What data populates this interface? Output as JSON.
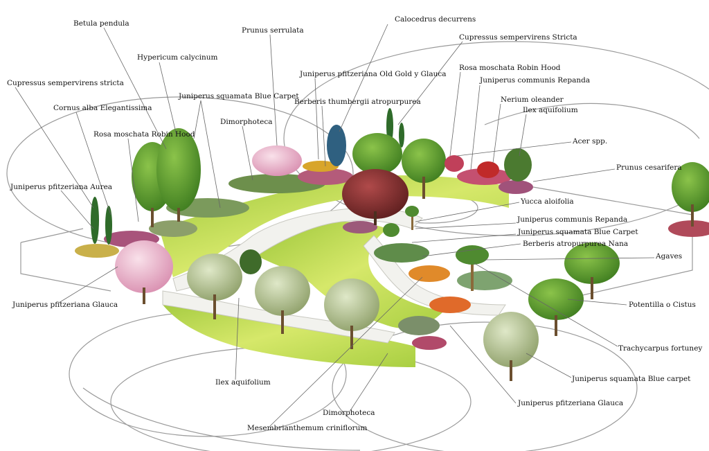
{
  "labels": {
    "betula_pendula": "Betula pendula",
    "hypericum_calycinum": "Hypericum calycinum",
    "cupressus_sempervirens_stricta_left": "Cupressus sempervirens stricta",
    "cornus_alba": "Cornus alba Elegantissima",
    "rosa_moschata_left": "Rosa moschata Robin Hood",
    "juniperus_squamata_blue_carpet_top": "Juniperus squamata Blue Carpet",
    "dimorphoteca_top": "Dimorphoteca",
    "prunus_serrulata": "Prunus serrulata",
    "calocedrus_decurrens": "Calocedrus decurrens",
    "cupressus_sempervirens_stricta_right": "Cupressus sempervirens Stricta",
    "juniperus_pfitzeriana_old_gold": "Juniperus pfitzeriana Old Gold y Glauca",
    "berberis_thumbergii": "Berberis thumbergii atropurpurea",
    "rosa_moschata_right": "Rosa moschata Robin Hood",
    "juniperus_communis_repanda_top": "Juniperus communis Repanda",
    "nerium_oleander": "Nerium oleander",
    "ilex_aquifolium_top": "Ilex aquifolium",
    "acer_spp": "Acer spp.",
    "prunus_cesarifera": "Prunus cesarifera",
    "juniperus_pfitzeriana_aurea": "Juniperus pfitzeriana Aurea",
    "yucca_aloifolia": "Yucca aloifolia",
    "juniperus_communis_repanda_mid": "Juniperus communis Repanda",
    "juniperus_squamata_blue_carpet_mid": "Juniperus squamata Blue Carpet",
    "berberis_atropurpurea_nana": "Berberis atropurpurea Nana",
    "agaves": "Agaves",
    "juniperus_pfitzeriana_glauca_left": "Juniperus pfitzeriana  Glauca",
    "potentilla_o_cistus": "Potentilla o Cistus",
    "trachycarpus_fortuney": "Trachycarpus fortuney",
    "ilex_aquifolium_bottom": "Ilex aquifolium",
    "juniperus_squamata_blue_carpet_bottom": "Juniperus squamata Blue carpet",
    "dimorphoteca_bottom": "Dimorphoteca",
    "juniperus_pfitzeriana_glauca_bottom": "Juniperus pfitzeriana Glauca",
    "mesembrianthemum": "Mesembrianthemum criniflorum"
  },
  "colors": {
    "lawn_light": "#d6e86a",
    "lawn_dark": "#9cc63a",
    "path": "#f2f2ee",
    "outline": "#999999",
    "leader": "#666666",
    "text": "#111111"
  }
}
